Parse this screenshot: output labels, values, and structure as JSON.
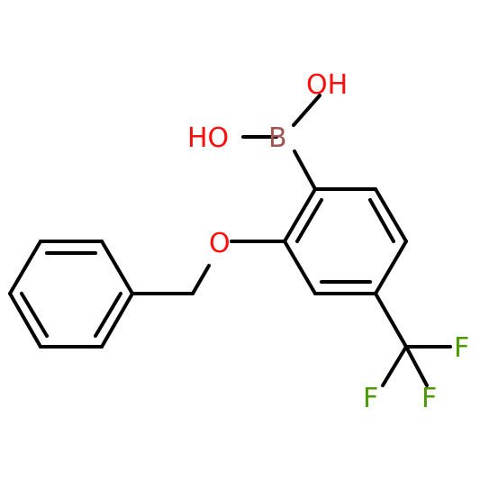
{
  "molecule": {
    "atoms": {
      "oh_top": "OH",
      "ho_left": "HO",
      "boron": "B",
      "ether_oxygen": "O",
      "fluorine_right": "F",
      "fluorine_left": "F",
      "fluorine_bottom": "F"
    }
  },
  "colors": {
    "bond": "#000000",
    "oxygen": "#ff0d0d",
    "boron": "#a05555",
    "fluorine": "#4d9900"
  }
}
